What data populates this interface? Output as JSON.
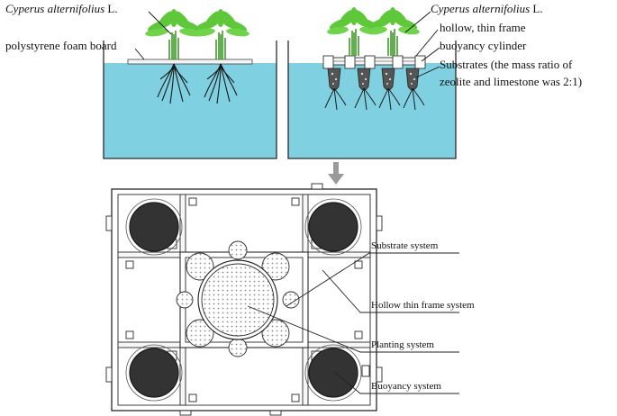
{
  "labels": {
    "left_species_italic": "Cyperus alternifolius",
    "left_species_suffix": " L.",
    "polystyrene": "polystyrene foam board",
    "right_species_italic": "Cyperus alternifolius",
    "right_species_suffix": " L.",
    "hollow_frame": "hollow, thin frame",
    "buoyancy_cylinder": "buoyancy cylinder",
    "substrates_line1": "Substrates (the mass ratio of",
    "substrates_line2": "zeolite and limestone was 2:1)",
    "substrate_system": "Substrate system",
    "hollow_thin_frame_system": "Hollow thin frame system",
    "planting_system": "Planting system",
    "buoyancy_system": "Buoyancy system"
  },
  "colors": {
    "water": "#7fd0e0",
    "plant": "#5ec83a",
    "plant_dark": "#3f9a28",
    "roots": "#1a1a1a",
    "buoyancy_fill": "#333333",
    "frame_stroke": "#2a2a2a",
    "foam_board": "#f4f4f4",
    "arrow": "#9a9a9a"
  }
}
